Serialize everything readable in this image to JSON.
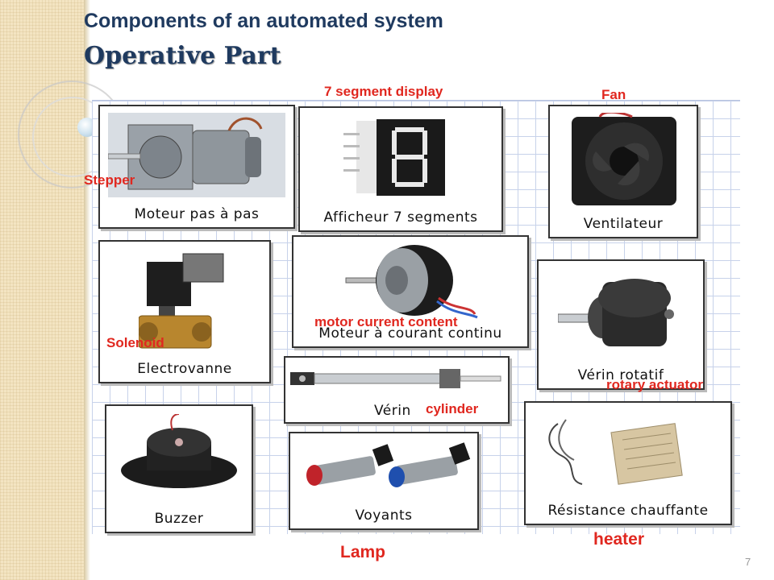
{
  "title": {
    "line1": "Components of an automated system",
    "line2": "Operative Part"
  },
  "cards": {
    "stepper": "Moteur pas à pas",
    "seg7": "Afficheur 7 segments",
    "fan": "Ventilateur",
    "solenoid": "Electrovanne",
    "dcmotor": "Moteur à courant continu",
    "rotary": "Vérin rotatif",
    "cylinder": "Vérin",
    "buzzer": "Buzzer",
    "lamps": "Voyants",
    "heater": "Résistance chauffante"
  },
  "labels": {
    "seg7": "7 segment display",
    "fan": "Fan",
    "stepper": "Stepper",
    "dcmotor": "motor current content",
    "solenoid": "Solenoid",
    "rotary": "rotary actuator",
    "cylinder": "cylinder",
    "heater": "heater",
    "lamp": "Lamp"
  },
  "page_number": "7",
  "colors": {
    "title": "#1f3a5f",
    "label": "#e0271f"
  }
}
